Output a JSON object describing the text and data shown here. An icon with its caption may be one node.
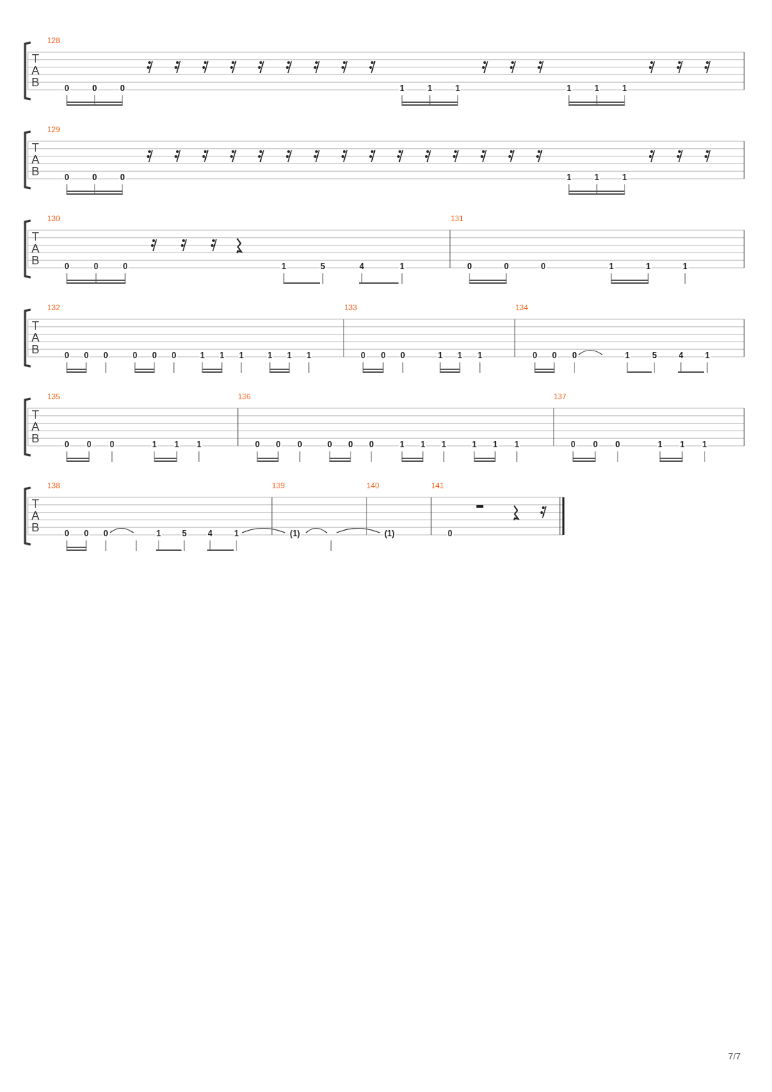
{
  "diagram": {
    "labels": [
      "128",
      "T",
      "A",
      "B",
      "0",
      "0",
      "0",
      "1",
      "1",
      "1",
      "1",
      "1",
      "1",
      "129",
      "T",
      "A",
      "B",
      "0",
      "0",
      "0",
      "1",
      "1",
      "1",
      "130",
      "131",
      "T",
      "A",
      "B",
      "0",
      "0",
      "0",
      "1",
      "5",
      "4",
      "1",
      "0",
      "0",
      "0",
      "1",
      "1",
      "1",
      "132",
      "133",
      "134",
      "T",
      "A",
      "B",
      "0",
      "0",
      "0",
      "0",
      "0",
      "0",
      "1",
      "1",
      "1",
      "1",
      "1",
      "1",
      "0",
      "0",
      "0",
      "1",
      "1",
      "1",
      "0",
      "0",
      "0",
      "1",
      "5",
      "4",
      "1",
      "135",
      "136",
      "137",
      "T",
      "A",
      "B",
      "0",
      "0",
      "0",
      "1",
      "1",
      "1",
      "0",
      "0",
      "0",
      "0",
      "0",
      "0",
      "1",
      "1",
      "1",
      "1",
      "1",
      "1",
      "0",
      "0",
      "0",
      "1",
      "1",
      "1",
      "138",
      "139",
      "140",
      "141",
      "T",
      "A",
      "B",
      "0",
      "0",
      "0",
      "1",
      "5",
      "4",
      "1",
      "(1)",
      "(1)",
      "0",
      "7/7"
    ]
  }
}
